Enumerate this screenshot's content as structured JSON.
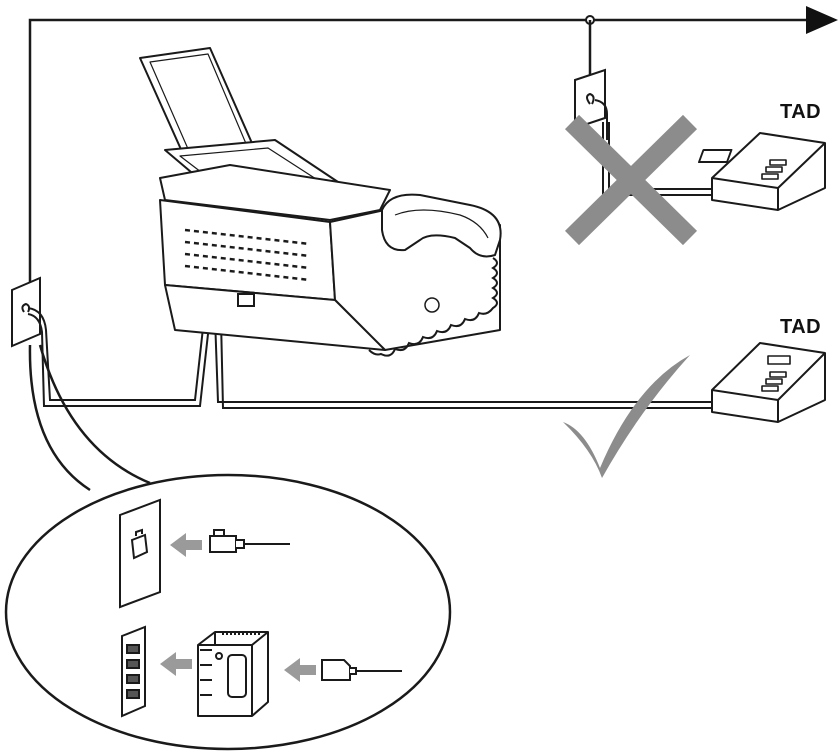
{
  "labels": {
    "tad_top": "TAD",
    "tad_bottom": "TAD"
  },
  "marks": {
    "wrong": "cross-mark",
    "right": "check-mark"
  },
  "colors": {
    "line": "#1a1a1a",
    "mark_grey": "#8c8c8c",
    "arrow_grey": "#9a9a9a"
  }
}
